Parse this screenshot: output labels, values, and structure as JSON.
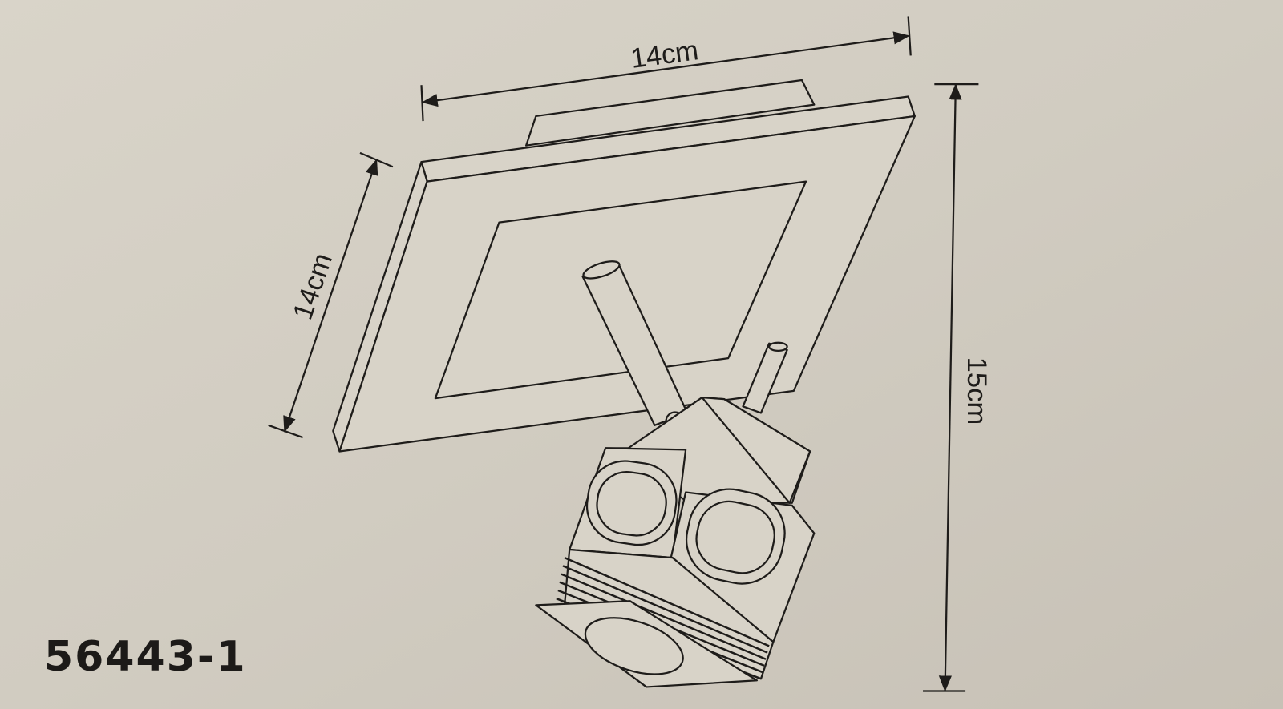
{
  "dimensions": {
    "width_label": "14cm",
    "depth_label": "14cm",
    "height_label": "15cm"
  },
  "model_number": "56443-1",
  "colors": {
    "background": "#d3cec3",
    "line": "#1e1c1a"
  }
}
